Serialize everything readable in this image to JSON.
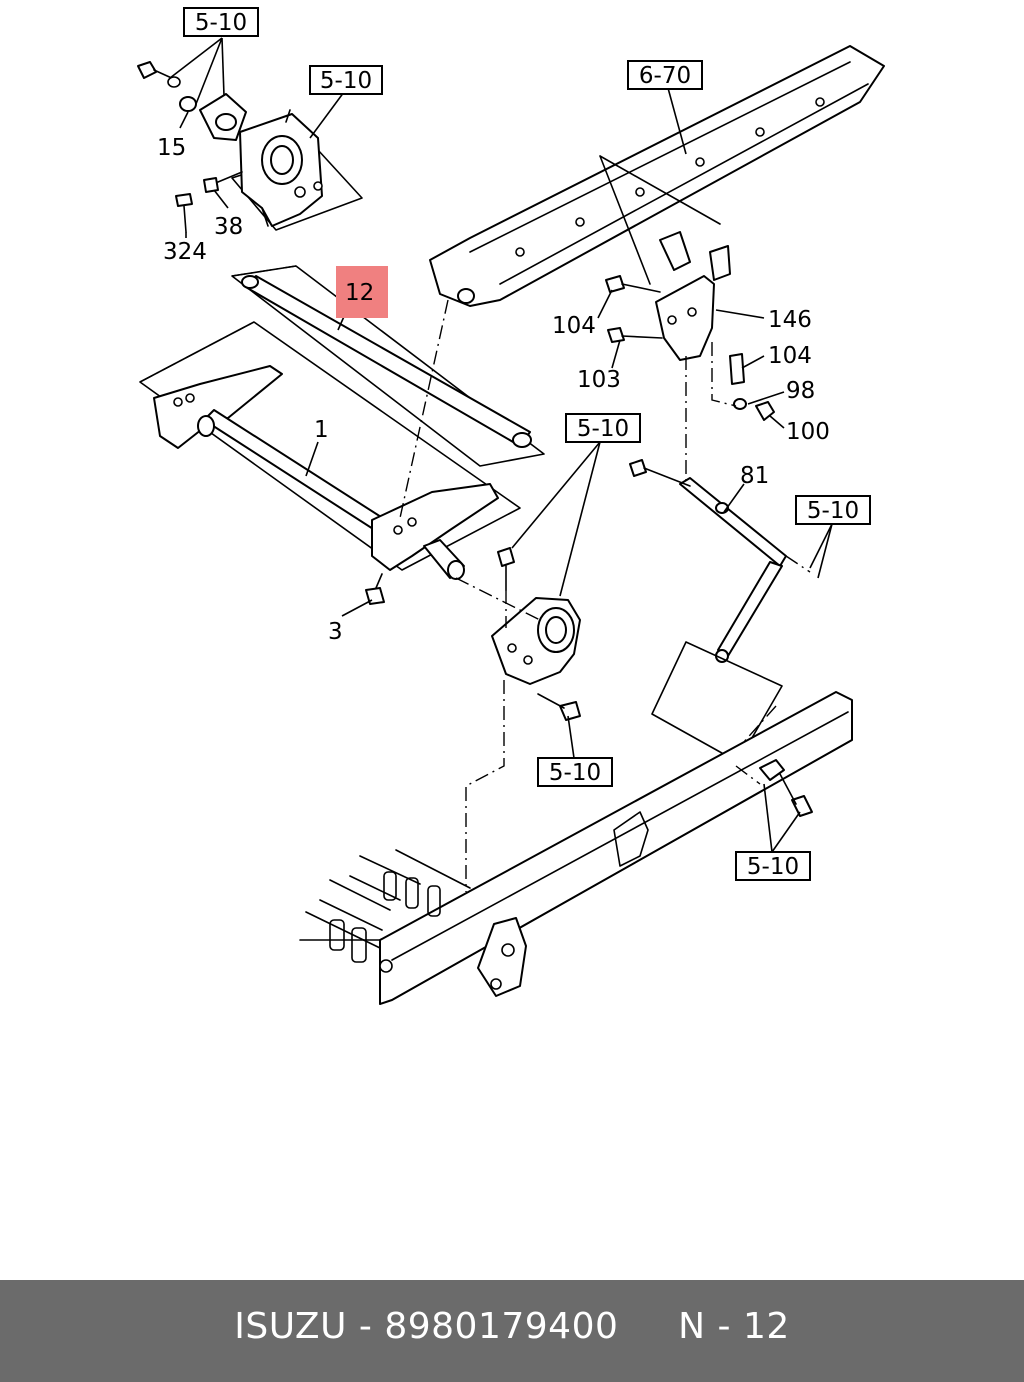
{
  "callouts": {
    "c15": "15",
    "c38": "38",
    "c324": "324",
    "c12": "12",
    "c1": "1",
    "c3": "3",
    "c104a": "104",
    "c146": "146",
    "c103": "103",
    "c104b": "104",
    "c98": "98",
    "c100": "100",
    "c81": "81"
  },
  "reference_boxes": {
    "r1": "5-10",
    "r2": "5-10",
    "r3": "6-70",
    "r4": "5-10",
    "r5": "5-10",
    "r6": "5-10",
    "r7": "5-10"
  },
  "highlight_color": "#f08080",
  "footer": {
    "brand": "ISUZU",
    "separator": " - ",
    "part_number": "8980179400",
    "diagram_label": "N",
    "diagram_number": "12"
  }
}
